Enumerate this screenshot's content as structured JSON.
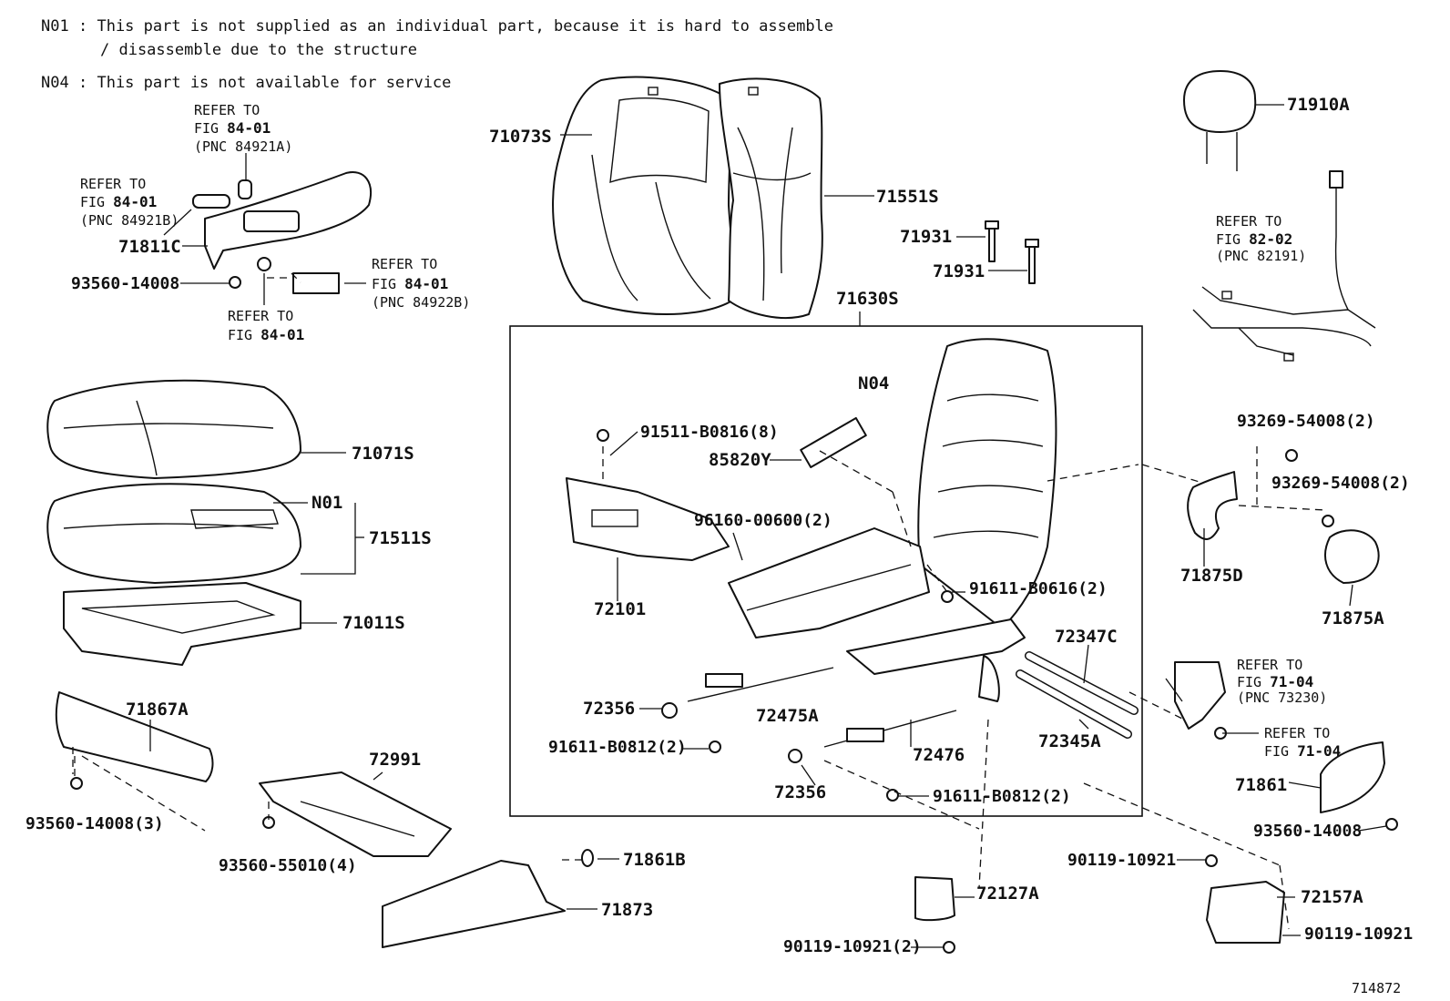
{
  "notes": {
    "n01_code": "N01",
    "n01_line1": ": This part is not supplied as an individual part, because it is hard to assemble",
    "n01_line2": "/ disassemble  due to the structure",
    "n04_code": "N04",
    "n04_line": ": This part is not available for service"
  },
  "refs": {
    "r1": {
      "l1": "REFER TO",
      "l2a": "FIG ",
      "l2b": "84-01",
      "l3": "(PNC 84921A)"
    },
    "r2": {
      "l1": "REFER TO",
      "l2a": "FIG ",
      "l2b": "84-01",
      "l3": "(PNC 84921B)"
    },
    "r3": {
      "l1": "REFER TO",
      "l2a": "FIG ",
      "l2b": "84-01",
      "l3": "(PNC 84922B)"
    },
    "r4": {
      "l1": "REFER TO",
      "l2a": "FIG ",
      "l2b": "84-01"
    },
    "r5": {
      "l1": "REFER TO",
      "l2a": "FIG ",
      "l2b": "82-02",
      "l3": "(PNC 82191)"
    },
    "r6": {
      "l1": "REFER TO",
      "l2a": "FIG ",
      "l2b": "71-04",
      "l3": "(PNC 73230)"
    },
    "r7": {
      "l1": "REFER TO",
      "l2a": "FIG ",
      "l2b": "71-04"
    }
  },
  "labels": {
    "p71073S": "71073S",
    "p71551S": "71551S",
    "p71910A": "71910A",
    "p71931a": "71931",
    "p71931b": "71931",
    "p71630S": "71630S",
    "p71811C": "71811C",
    "p93560_14008a": "93560-14008",
    "p71071S": "71071S",
    "pN01": "N01",
    "p71511S": "71511S",
    "p71011S": "71011S",
    "p71867A": "71867A",
    "p93560_14008_3": "93560-14008(3)",
    "p72991": "72991",
    "p93560_55010_4": "93560-55010(4)",
    "p71861B": "71861B",
    "p71873": "71873",
    "pN04": "N04",
    "p91511_B0816_8": "91511-B0816(8)",
    "p85820Y": "85820Y",
    "p96160_00600_2": "96160-00600(2)",
    "p72101": "72101",
    "p91611_B0616_2": "91611-B0616(2)",
    "p72347C": "72347C",
    "p72356a": "72356",
    "p72475A": "72475A",
    "p91611_B0812_2a": "91611-B0812(2)",
    "p72345A": "72345A",
    "p72476": "72476",
    "p72356b": "72356",
    "p91611_B0812_2b": "91611-B0812(2)",
    "p93269_54008_2a": "93269-54008(2)",
    "p93269_54008_2b": "93269-54008(2)",
    "p71875D": "71875D",
    "p71875A": "71875A",
    "p71861": "71861",
    "p93560_14008b": "93560-14008",
    "p90119_10921a": "90119-10921",
    "p72127A": "72127A",
    "p72157A": "72157A",
    "p90119_10921b": "90119-10921",
    "p90119_10921_2": "90119-10921(2)",
    "figure_id": "714872"
  }
}
